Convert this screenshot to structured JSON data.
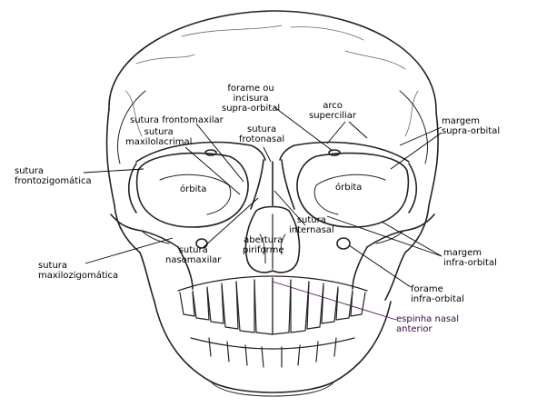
{
  "labels": {
    "forame_supraorbital": [
      "forame ou",
      "incisura",
      "supra-orbital"
    ],
    "arco_superciliar": [
      "arco",
      "superciliar"
    ],
    "sutura_frontomaxilar": [
      "sutura frontomaxilar"
    ],
    "sutura_maxilolacrimal": [
      "sutura",
      "maxilolacrimal"
    ],
    "sutura_frontonasal": [
      "sutura",
      "frotonasal"
    ],
    "margem_supraorbital": [
      "margem",
      "supra-orbital"
    ],
    "sutura_frontozigomatica": [
      "sutura",
      "frontozigomática"
    ],
    "orbita_direita": [
      "órbita"
    ],
    "orbita_esquerda": [
      "órbita"
    ],
    "sutura_internasal": [
      "sutura",
      "internasal"
    ],
    "sutura_nasomaxilar": [
      "sutura",
      "nasomaxilar"
    ],
    "abertura_piriforme": [
      "abertura",
      "piriforme"
    ],
    "margem_infraorbital": [
      "margem",
      "infra-orbital"
    ],
    "sutura_maxilozigomatica": [
      "sutura",
      "maxilozigomática"
    ],
    "forame_infraorbital": [
      "forame",
      "infra-orbital"
    ],
    "espinha_nasal": [
      "espinha nasal",
      "anterior"
    ]
  },
  "colors": {
    "ink": "#222222",
    "leader": "#000000",
    "leader_purple": "#4a1058"
  }
}
